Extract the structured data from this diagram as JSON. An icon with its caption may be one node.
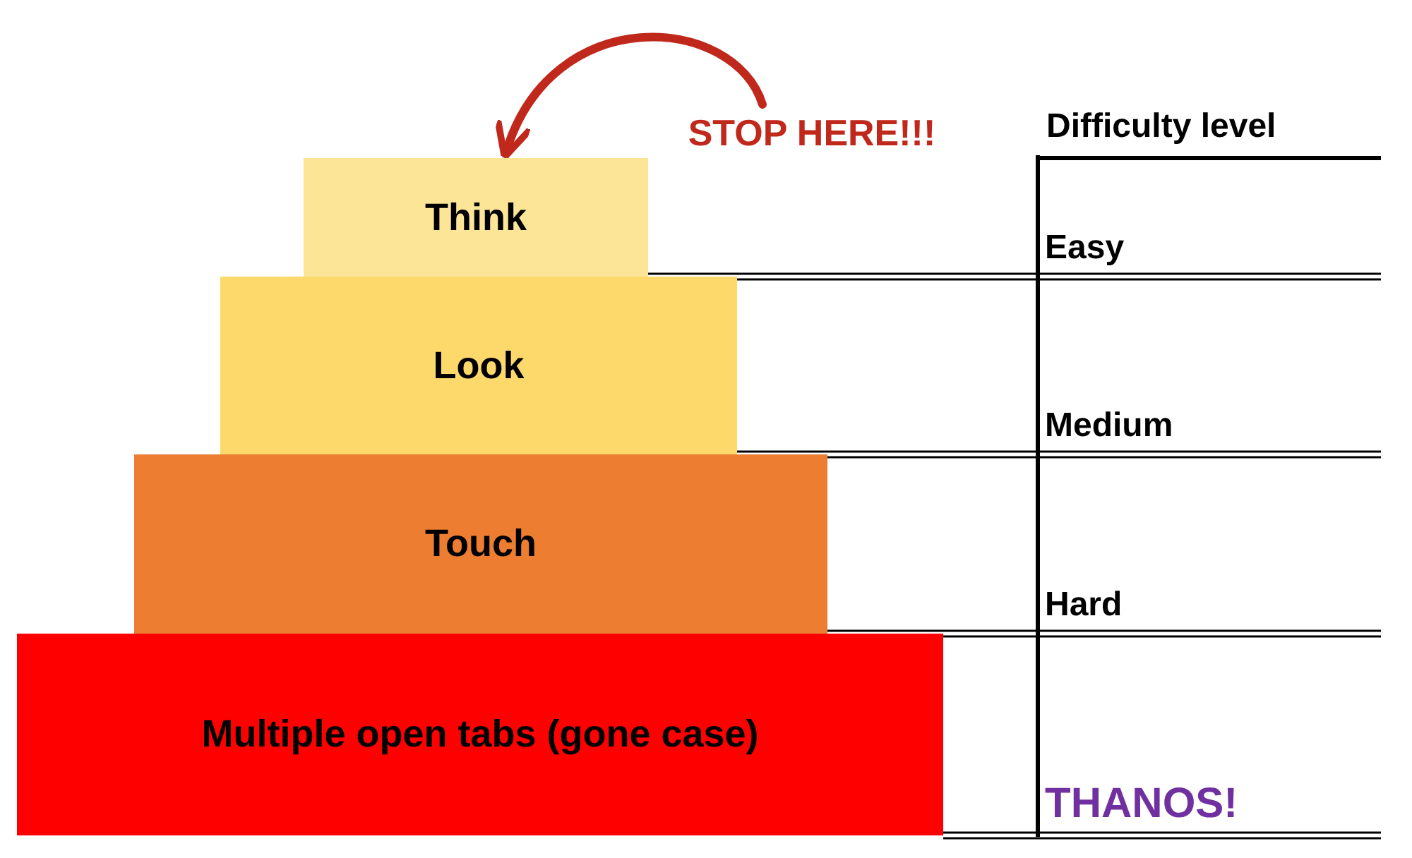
{
  "diagram": {
    "nodes": [
      {
        "text": [
          "Think"
        ]
      },
      {
        "text": [
          "Look"
        ]
      },
      {
        "text": [
          "Touch"
        ]
      },
      {
        "text": [
          "Multiple open tabs (gone case)"
        ]
      },
      {
        "text": [
          "STOP HERE!!!"
        ]
      }
    ],
    "edges": [
      {
        "from": 4,
        "to": 0,
        "arrow": "to",
        "color": "#c0281c"
      }
    ],
    "labels": [
      "Difficulty level",
      "Easy",
      "Medium",
      "Hard",
      "THANOS!"
    ]
  }
}
